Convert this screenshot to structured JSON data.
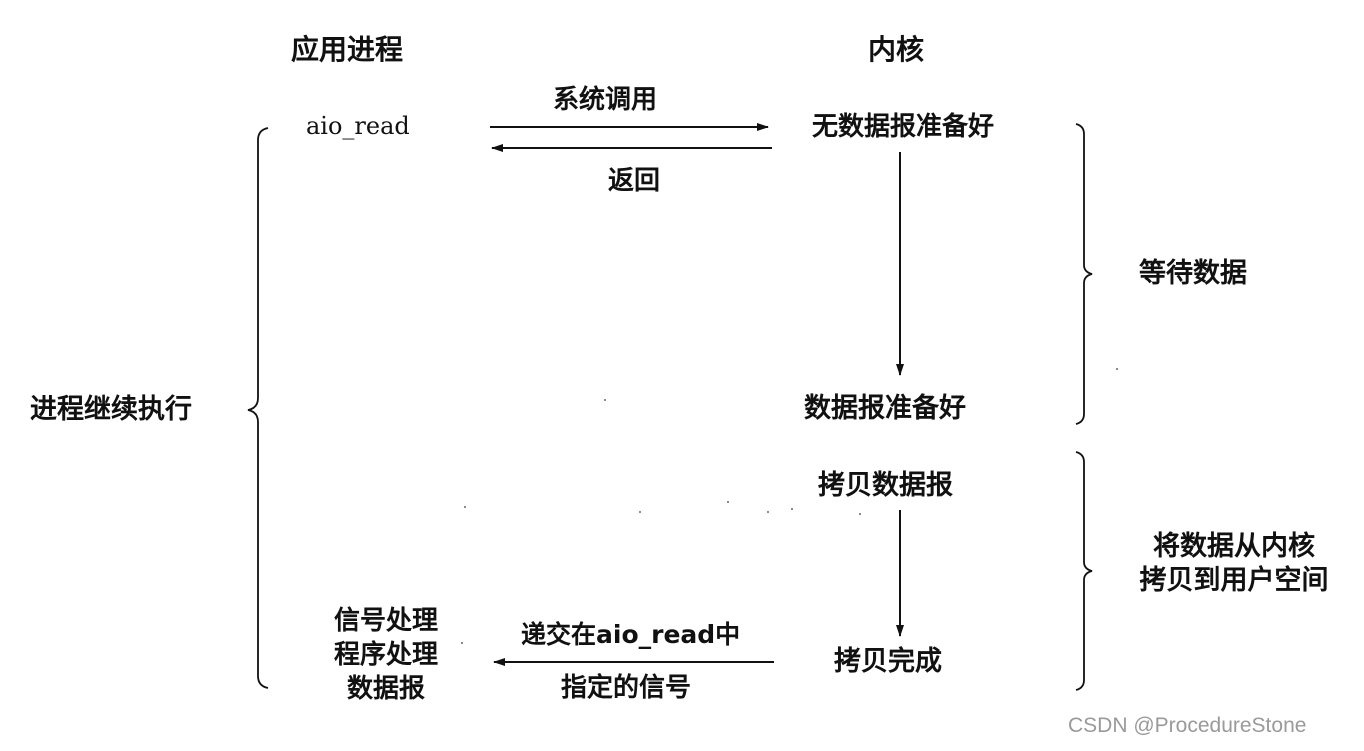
{
  "headers": {
    "app_process": "应用进程",
    "kernel": "内核"
  },
  "app": {
    "call": "aio_read",
    "continue": "进程继续执行",
    "handler_lines": [
      "信号处理",
      "程序处理",
      "数据报"
    ]
  },
  "messages": {
    "syscall": "系统调用",
    "return": "返回",
    "deliver": "递交在aio_read中",
    "signal": "指定的信号"
  },
  "kernel": {
    "no_data": "无数据报准备好",
    "data_ready": "数据报准备好",
    "copy_start": "拷贝数据报",
    "copy_done": "拷贝完成"
  },
  "phases": {
    "wait": "等待数据",
    "copy_lines": [
      "将数据从内核",
      "拷贝到用户空间"
    ]
  },
  "watermark": "CSDN @ProcedureStone"
}
